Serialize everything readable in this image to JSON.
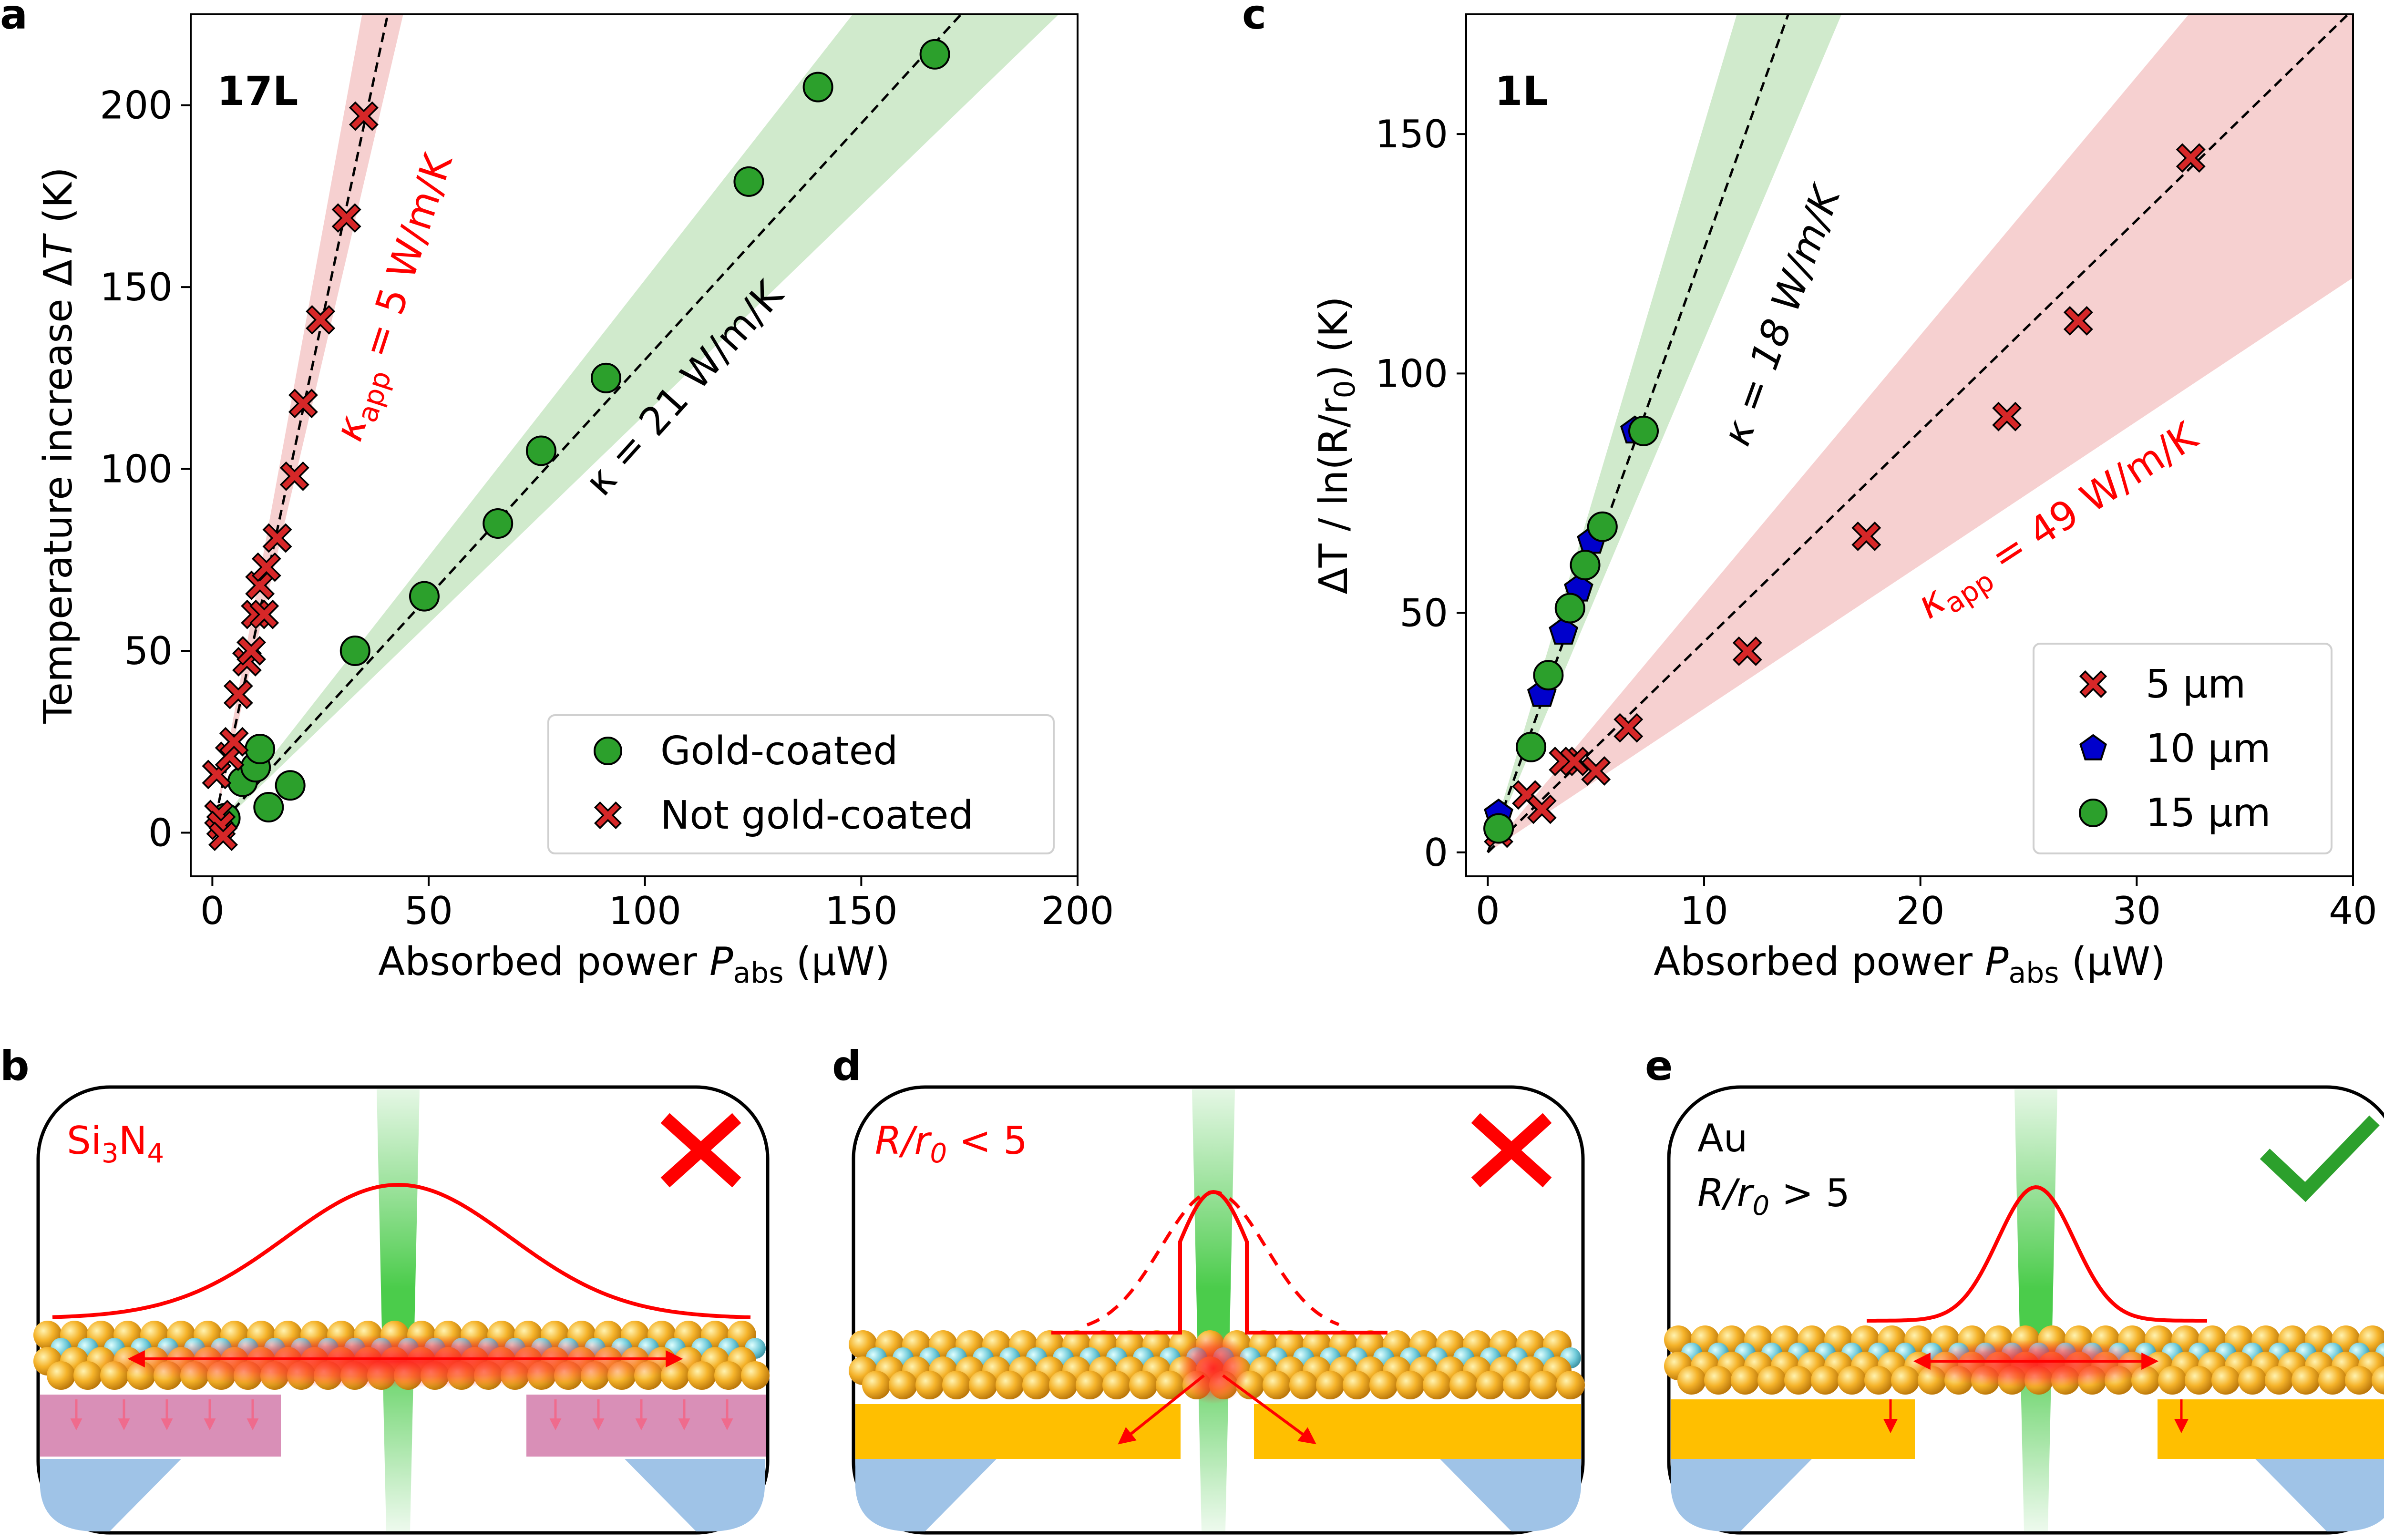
{
  "panels": {
    "a": {
      "letter": "a",
      "layer": "17L"
    },
    "b": {
      "letter": "b",
      "material": "Si3N4",
      "mat_main": "Si",
      "mat_sub1": "3",
      "mat_mid": "N",
      "mat_sub2": "4",
      "mark": "cross"
    },
    "c": {
      "letter": "c",
      "layer": "1L"
    },
    "d": {
      "letter": "d",
      "cond_italic": "R/r",
      "cond_sub": "0",
      "cond_rest": " < 5",
      "mark": "cross"
    },
    "e": {
      "letter": "e",
      "material": "Au",
      "cond_italic": "R/r",
      "cond_sub": "0",
      "cond_rest": " > 5",
      "mark": "check"
    }
  },
  "colors": {
    "gold_coated": "#2ca02c",
    "not_gold": "#d62728",
    "blue_10um": "#0000cc",
    "band_green": "#c8e6c3",
    "band_red": "#f4c8c8",
    "substrate_sin": "#d98fb7",
    "substrate_au": "#ffbf00",
    "support": "#9fc3e7",
    "annot_red": "#ff0000"
  },
  "chart_data": [
    {
      "type": "scatter",
      "panel": "a",
      "xlabel_main": "Absorbed power ",
      "xlabel_var": "P",
      "xlabel_sub": "abs",
      "xlabel_unit": " (µW)",
      "ylabel_main": "Temperature increase Δ",
      "ylabel_var": "T",
      "ylabel_unit": " (K)",
      "xlim": [
        -5,
        200
      ],
      "ylim": [
        -12,
        225
      ],
      "xticks": [
        0,
        50,
        100,
        150,
        200
      ],
      "yticks": [
        0,
        50,
        100,
        150,
        200
      ],
      "legend_position": "lower-right",
      "series": [
        {
          "name": "Gold-coated",
          "marker": "circle",
          "x": [
            3,
            7,
            10,
            11,
            13,
            18,
            33,
            49,
            66,
            76,
            91,
            124,
            140,
            167
          ],
          "y": [
            4,
            14,
            18,
            23,
            7,
            13,
            50,
            65,
            85,
            105,
            125,
            179,
            205,
            214
          ]
        },
        {
          "name": "Not gold-coated",
          "marker": "x",
          "x": [
            1,
            1.5,
            2,
            2.5,
            4,
            5,
            6,
            8,
            9,
            10,
            11,
            12,
            12.5,
            15,
            19,
            21,
            25,
            31,
            35
          ],
          "y": [
            16,
            5,
            2,
            -1,
            21,
            25,
            38,
            47,
            50,
            60,
            68,
            60,
            73,
            81,
            98,
            118,
            141,
            169,
            197
          ]
        }
      ],
      "fits": [
        {
          "label": "κ = 21 W/m/K",
          "label_main": "κ = 21 W/m/K",
          "slope": 1.3,
          "band_low": 1.15,
          "band_high": 1.52
        },
        {
          "label": "κapp = 5 W/m/K",
          "label_main": "κ",
          "label_sub": "app",
          "label_rest": " = 5 W/m/K",
          "slope": 5.55,
          "band_low": 5.1,
          "band_high": 6.5
        }
      ]
    },
    {
      "type": "scatter",
      "panel": "c",
      "xlabel_main": "Absorbed power ",
      "xlabel_var": "P",
      "xlabel_sub": "abs",
      "xlabel_unit": " (µW)",
      "ylabel_main": "ΔT / ln(R/r",
      "ylabel_sub": "0",
      "ylabel_unit": ") (K)",
      "xlim": [
        -1,
        40
      ],
      "ylim": [
        -5,
        175
      ],
      "xticks": [
        0,
        10,
        20,
        30,
        40
      ],
      "yticks": [
        0,
        50,
        100,
        150
      ],
      "legend_position": "lower-right",
      "series": [
        {
          "name": "5 µm",
          "marker": "x",
          "x": [
            0.5,
            1.8,
            2.5,
            3.5,
            4,
            5,
            6.5,
            12,
            17.5,
            24,
            27.3,
            32.5
          ],
          "y": [
            4,
            12,
            9,
            19,
            19,
            17,
            26,
            42,
            66,
            91,
            111,
            145
          ]
        },
        {
          "name": "10 µm",
          "marker": "pentagon",
          "x": [
            0.5,
            2.5,
            3.5,
            4.2,
            4.8,
            6.8
          ],
          "y": [
            8,
            33,
            46,
            55,
            65,
            88
          ]
        },
        {
          "name": "15 µm",
          "marker": "circle",
          "x": [
            0.5,
            2,
            2.8,
            3.8,
            4.5,
            5.3,
            7.2
          ],
          "y": [
            5,
            22,
            37,
            51,
            60,
            68,
            88
          ]
        }
      ],
      "fits": [
        {
          "label": "κ = 18 W/m/K",
          "label_main": "κ = 18 W/m/K",
          "slope": 12.6,
          "band_low": 10.7,
          "band_high": 15.2
        },
        {
          "label": "κapp = 49 W/m/K",
          "label_main": "κ",
          "label_sub": "app",
          "label_rest": " = 49 W/m/K",
          "slope": 4.4,
          "band_low": 3.0,
          "band_high": 5.4
        }
      ]
    }
  ]
}
